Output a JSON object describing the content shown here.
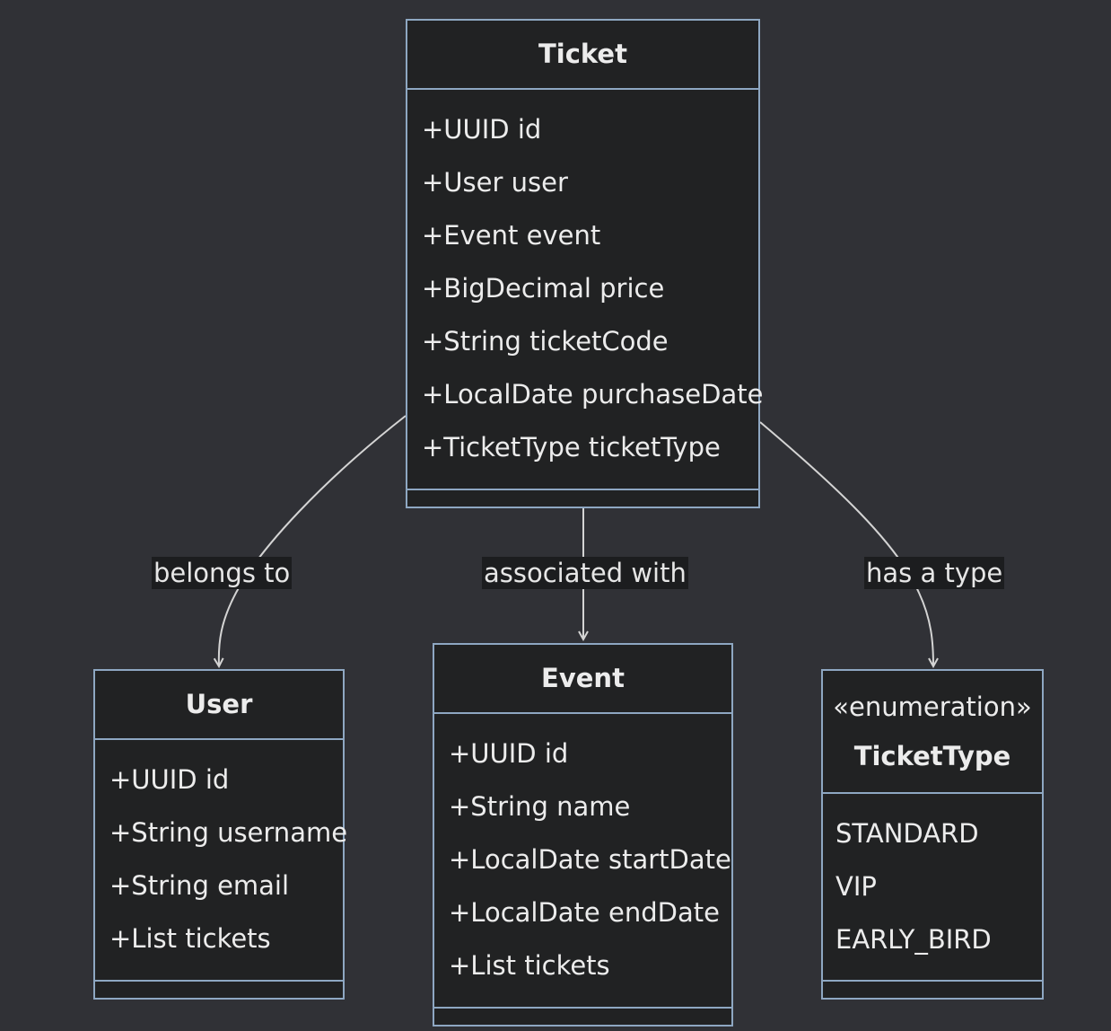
{
  "classes": {
    "ticket": {
      "name": "Ticket",
      "attributes": [
        "+UUID id",
        "+User user",
        "+Event event",
        "+BigDecimal price",
        "+String ticketCode",
        "+LocalDate purchaseDate",
        "+TicketType ticketType"
      ]
    },
    "user": {
      "name": "User",
      "attributes": [
        "+UUID id",
        "+String username",
        "+String email",
        "+List tickets"
      ]
    },
    "event": {
      "name": "Event",
      "attributes": [
        "+UUID id",
        "+String name",
        "+LocalDate startDate",
        "+LocalDate endDate",
        "+List tickets"
      ]
    },
    "ticket_type": {
      "stereotype": "«enumeration»",
      "name": "TicketType",
      "attributes": [
        "STANDARD",
        "VIP",
        "EARLY_BIRD"
      ]
    }
  },
  "relations": [
    {
      "from": "Ticket",
      "to": "User",
      "label": "belongs to"
    },
    {
      "from": "Ticket",
      "to": "Event",
      "label": "associated with"
    },
    {
      "from": "Ticket",
      "to": "TicketType",
      "label": "has a type"
    }
  ],
  "colors": {
    "background": "#303136",
    "box_fill": "#212223",
    "box_border": "#8ea7c2",
    "edge": "#d4d4d4",
    "label_bg": "#1c1d1f",
    "text": "#ececec"
  }
}
